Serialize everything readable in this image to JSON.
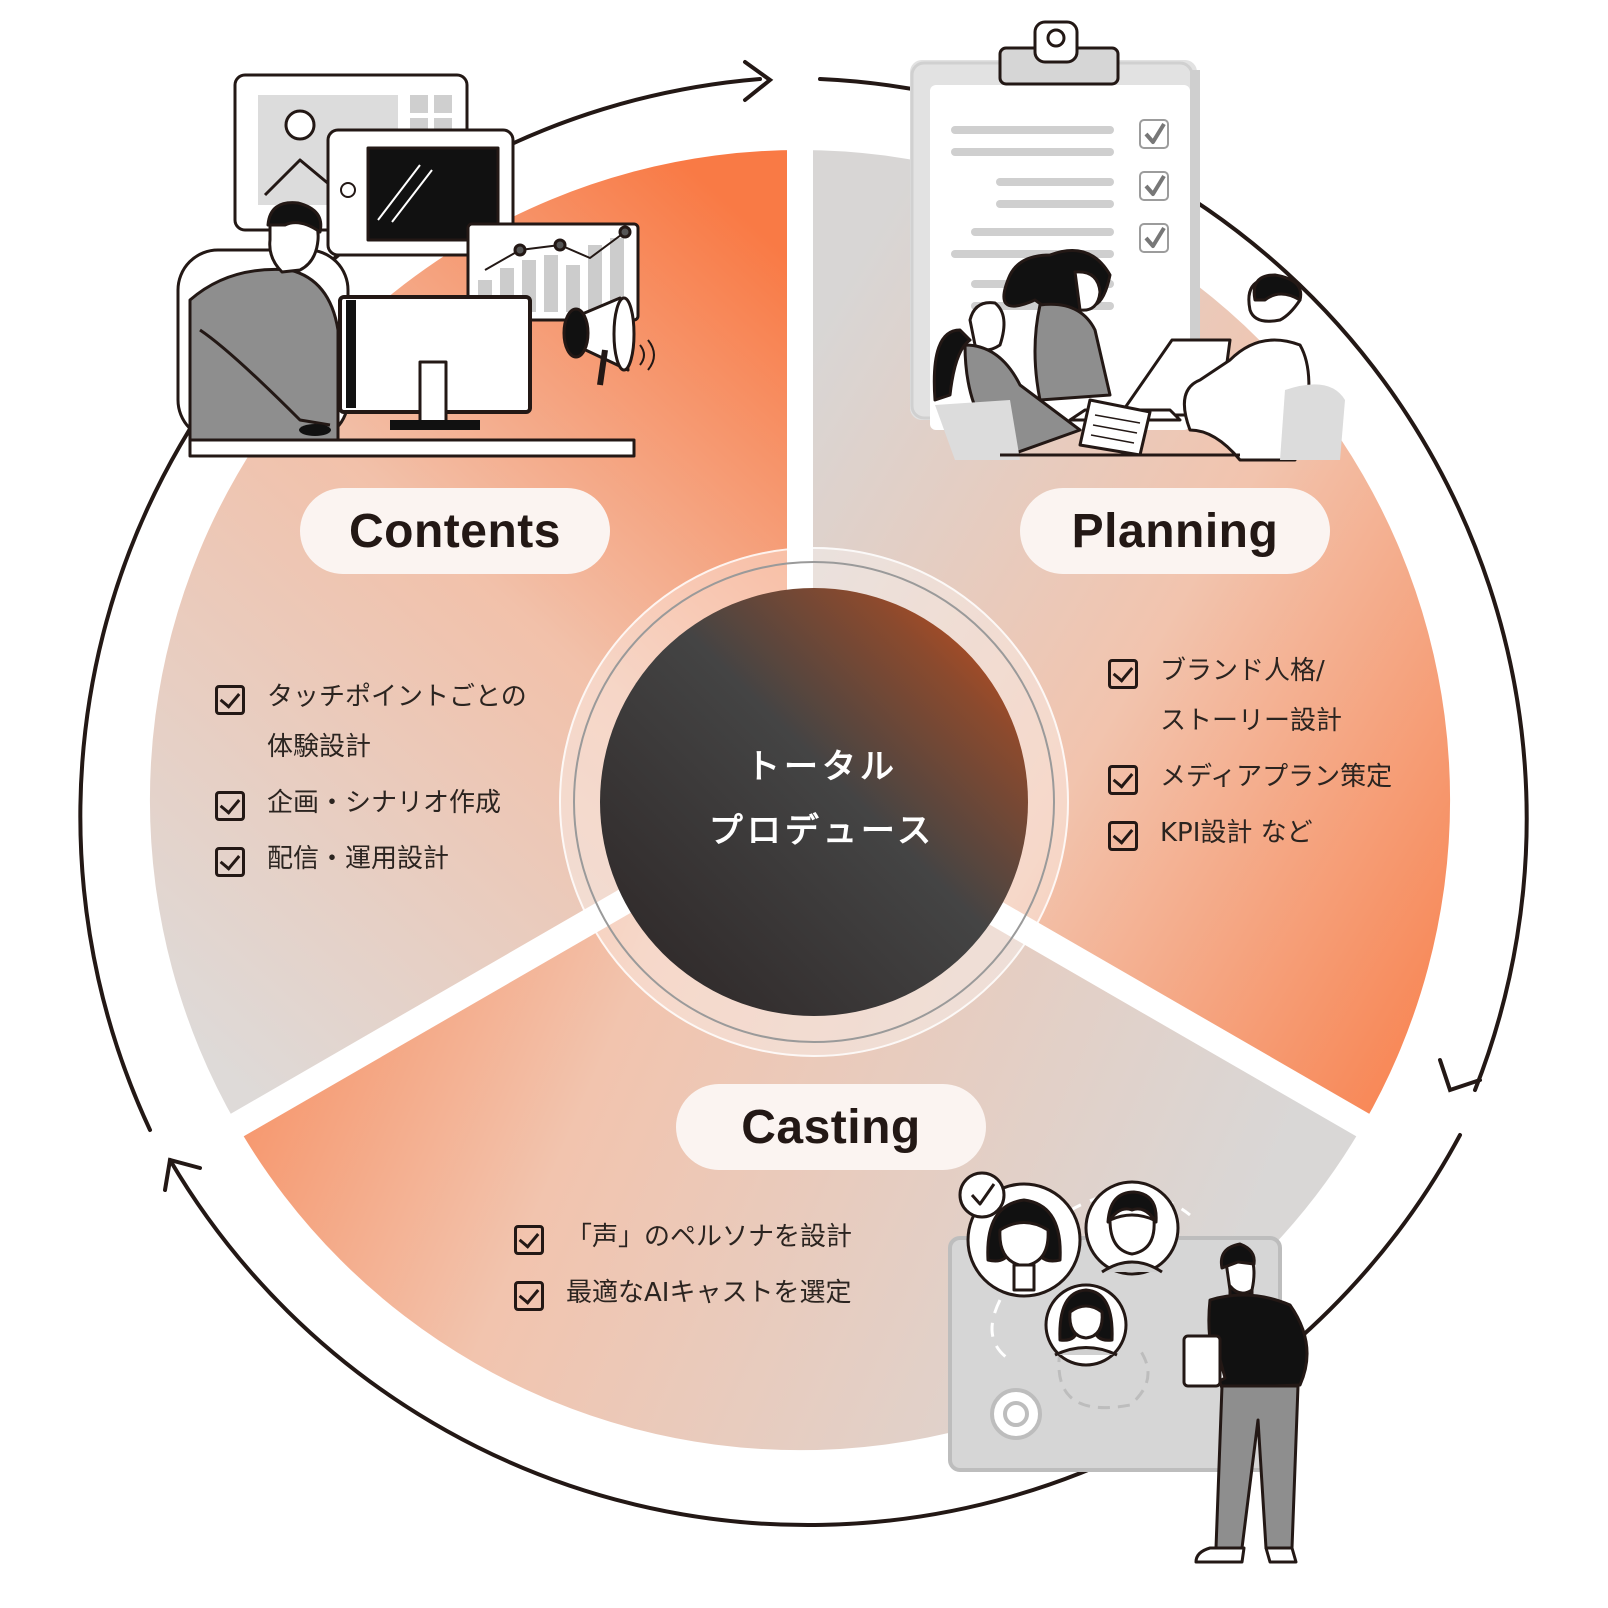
{
  "colors": {
    "accent": "#f97a45",
    "pale": "#f3c3ad",
    "gray": "#d9d9d9",
    "ring": "#231815",
    "center_dark": "#2a2626",
    "center_accent": "#c04a1c"
  },
  "center": {
    "label": "トータル\nプロデュース"
  },
  "segments": {
    "contents": {
      "title": "Contents",
      "items": [
        "タッチポイントごとの\n体験設計",
        "企画・シナリオ作成",
        "配信・運用設計"
      ]
    },
    "planning": {
      "title": "Planning",
      "items": [
        "ブランド人格/\nストーリー設計",
        "メディアプラン策定",
        "KPI設計 など"
      ]
    },
    "casting": {
      "title": "Casting",
      "items": [
        "「声」のペルソナを設計",
        "最適なAIキャストを選定"
      ]
    }
  },
  "icons": [
    "arrow-icon",
    "checkbox-icon",
    "clipboard-icon",
    "megaphone-icon",
    "gear-icon",
    "monitor-icon",
    "chart-icon",
    "avatar-icon"
  ]
}
